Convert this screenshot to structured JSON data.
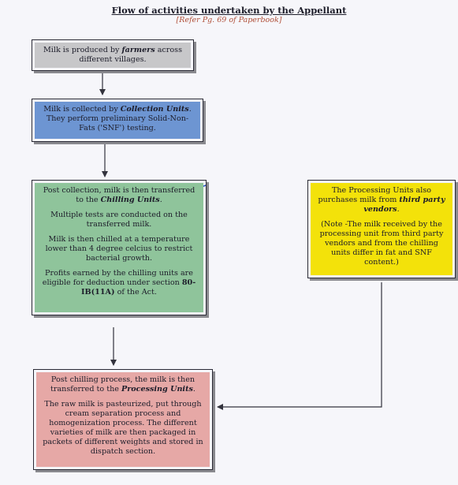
{
  "title": "Flow of activities undertaken by the Appellant",
  "subtitle": "[Refer Pg. 69 of Paperbook]",
  "boxes": {
    "farmers": {
      "pre": "Milk is produced by ",
      "em": "farmers",
      "post": " across different villages."
    },
    "collection": {
      "pre": "Milk is collected by ",
      "em": "Collection Units",
      "post": ". They perform preliminary Solid-Non-Fats ('SNF') testing."
    },
    "chilling": {
      "p1_pre": "Post collection, milk is then transferred to the ",
      "p1_em": "Chilling Units",
      "p1_post": ".",
      "p2": "Multiple tests are conducted on the transferred milk.",
      "p3": "Milk is then chilled at a temperature lower than 4 degree celcius to restrict bacterial growth.",
      "p4_pre": "Profits earned by the chilling units are eligible for deduction under section ",
      "p4_bold": "80-IB(11A)",
      "p4_post": " of the Act."
    },
    "vendors": {
      "p1_pre": "The Processing Units also purchases milk from ",
      "p1_em": "third party vendors",
      "p1_post": ".",
      "p2": "(Note -The milk received by the processing unit from third party vendors and from the chilling units differ in fat and SNF content.)"
    },
    "processing": {
      "p1_pre": "Post chilling process, the milk is then transferred to the ",
      "p1_em": "Processing Units",
      "p1_post": ".",
      "p2": "The raw milk is pasteurized, put through cream separation process and homogenization process. The different varieties of milk are then packaged in packets of different weights and stored in dispatch section."
    }
  }
}
